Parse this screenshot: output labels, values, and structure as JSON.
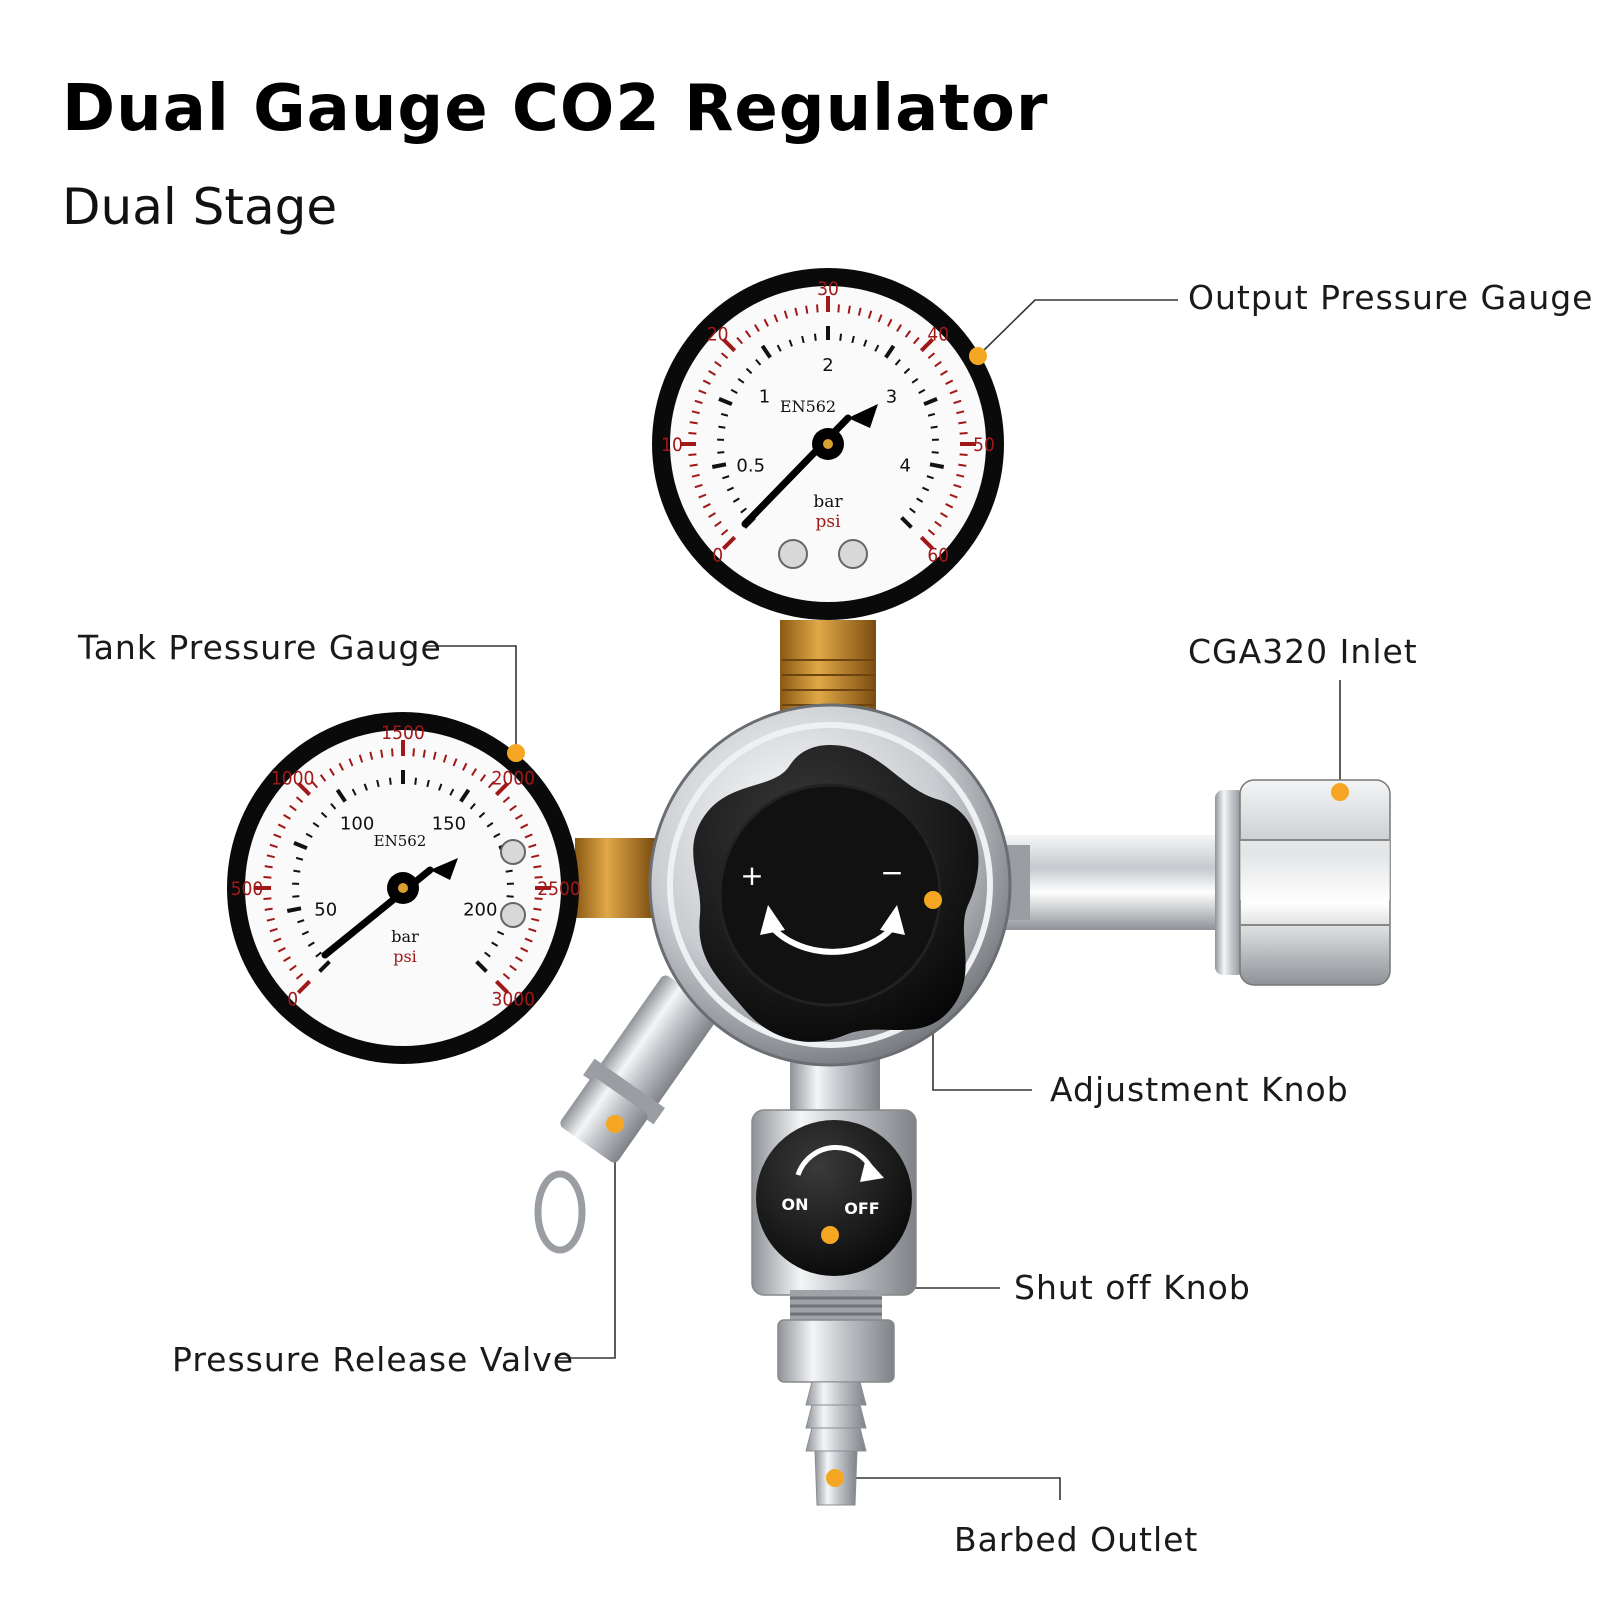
{
  "header": {
    "title": "Dual Gauge CO2 Regulator",
    "subtitle": "Dual Stage"
  },
  "callouts": {
    "output_gauge": "Output Pressure Gauge",
    "tank_gauge": "Tank Pressure Gauge",
    "inlet": "CGA320 Inlet",
    "adjust_knob": "Adjustment Knob",
    "shutoff_knob": "Shut off Knob",
    "release_valve": "Pressure Release Valve",
    "barbed_outlet": "Barbed Outlet"
  },
  "output_gauge": {
    "brand": "EN562",
    "bar_unit": "bar",
    "psi_unit": "psi",
    "bar_labels": [
      "0.5",
      "1",
      "2",
      "3",
      "4"
    ],
    "psi_labels": [
      "0",
      "10",
      "20",
      "30",
      "40",
      "50",
      "60"
    ]
  },
  "tank_gauge": {
    "brand": "EN562",
    "bar_unit": "bar",
    "psi_unit": "psi",
    "bar_labels": [
      "50",
      "100",
      "150",
      "200"
    ],
    "psi_labels": [
      "0",
      "500",
      "1000",
      "1500",
      "2000",
      "2500",
      "3000"
    ]
  },
  "adjust_knob": {
    "plus": "+",
    "minus": "−"
  },
  "shutoff_knob": {
    "on": "ON",
    "off": "OFF"
  },
  "colors": {
    "accent_dot": "#f5a623",
    "gauge_red": "#a01818",
    "brass": "#c88a2c",
    "chrome": "#c9ccd0"
  }
}
